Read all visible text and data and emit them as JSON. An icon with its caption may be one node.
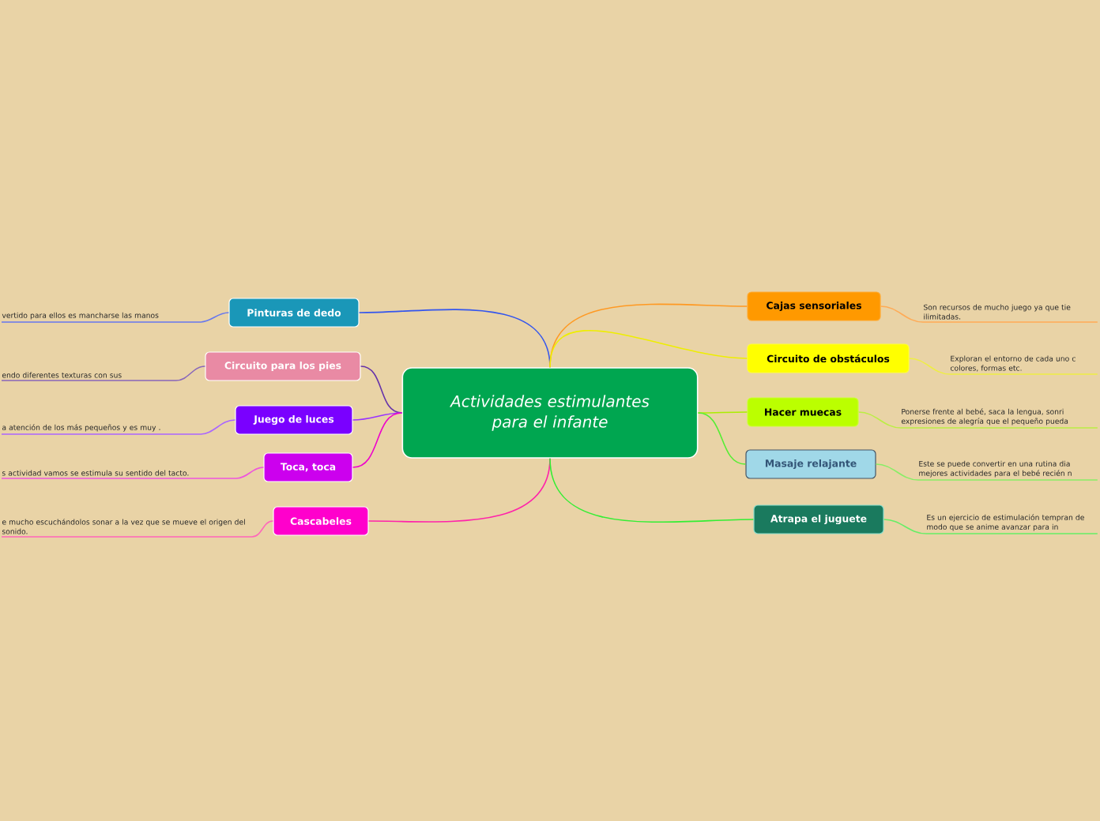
{
  "diagram": {
    "nodes": [
      {
        "text": [
          "Actividades estimulantes para el infante"
        ]
      },
      {
        "text": [
          "Pinturas de dedo"
        ]
      },
      {
        "text": [
          "Circuito para los pies"
        ]
      },
      {
        "text": [
          "Juego de luces"
        ]
      },
      {
        "text": [
          "Toca, toca"
        ]
      },
      {
        "text": [
          "Cascabeles"
        ]
      },
      {
        "text": [
          "Cajas sensoriales"
        ]
      },
      {
        "text": [
          "Circuito de obstáculos"
        ]
      },
      {
        "text": [
          "Hacer muecas"
        ]
      },
      {
        "text": [
          "Masaje relajante"
        ]
      },
      {
        "text": [
          "Atrapa el juguete"
        ]
      },
      {
        "text": [
          "vertido para ellos es mancharse las manos"
        ]
      },
      {
        "text": [
          "endo diferentes texturas con sus"
        ]
      },
      {
        "text": [
          "a atención de los más pequeños y es muy ."
        ]
      },
      {
        "text": [
          "s actividad vamos se estimula su sentido del tacto."
        ]
      },
      {
        "text": [
          "e mucho escuchándolos sonar a la vez que se mueve el origen del sonido."
        ]
      },
      {
        "text": [
          "Son recursos de mucho juego ya que tie ilimitadas."
        ]
      },
      {
        "text": [
          "Exploran el entorno de cada uno c colores, formas etc."
        ]
      },
      {
        "text": [
          "Ponerse frente al bebé, saca la lengua, sonri expresiones de alegría que el pequeño pueda"
        ]
      },
      {
        "text": [
          "Este se puede convertir en una rutina dia mejores actividades para el bebé recién n"
        ]
      },
      {
        "text": [
          "Es un ejercicio de estimulación tempran de modo que se anime avanzar para in"
        ]
      }
    ],
    "edges": [
      {
        "from": 0,
        "to": 1,
        "arrow": "none",
        "color": "#3355ee"
      },
      {
        "from": 0,
        "to": 2,
        "arrow": "none",
        "color": "#6633aa"
      },
      {
        "from": 0,
        "to": 3,
        "arrow": "none",
        "color": "#9933ff"
      },
      {
        "from": 0,
        "to": 4,
        "arrow": "none",
        "color": "#ee00cc"
      },
      {
        "from": 0,
        "to": 5,
        "arrow": "none",
        "color": "#ff22aa"
      },
      {
        "from": 0,
        "to": 6,
        "arrow": "none",
        "color": "#ff9922"
      },
      {
        "from": 0,
        "to": 7,
        "arrow": "none",
        "color": "#eeee00"
      },
      {
        "from": 0,
        "to": 8,
        "arrow": "none",
        "color": "#aaee00"
      },
      {
        "from": 0,
        "to": 9,
        "arrow": "none",
        "color": "#55ee33"
      },
      {
        "from": 0,
        "to": 10,
        "arrow": "none",
        "color": "#33ee33"
      },
      {
        "from": 1,
        "to": 11,
        "arrow": "none",
        "color": "#6677ee"
      },
      {
        "from": 2,
        "to": 12,
        "arrow": "none",
        "color": "#8866bb"
      },
      {
        "from": 3,
        "to": 13,
        "arrow": "none",
        "color": "#aa66ff"
      },
      {
        "from": 4,
        "to": 14,
        "arrow": "none",
        "color": "#ee55dd"
      },
      {
        "from": 5,
        "to": 15,
        "arrow": "none",
        "color": "#ff66bb"
      },
      {
        "from": 6,
        "to": 16,
        "arrow": "none",
        "color": "#ffaa55"
      },
      {
        "from": 7,
        "to": 17,
        "arrow": "none",
        "color": "#eeee44"
      },
      {
        "from": 8,
        "to": 18,
        "arrow": "none",
        "color": "#bbee44"
      },
      {
        "from": 9,
        "to": 19,
        "arrow": "none",
        "color": "#88ee66"
      },
      {
        "from": 10,
        "to": 20,
        "arrow": "none",
        "color": "#66ee66"
      }
    ]
  }
}
